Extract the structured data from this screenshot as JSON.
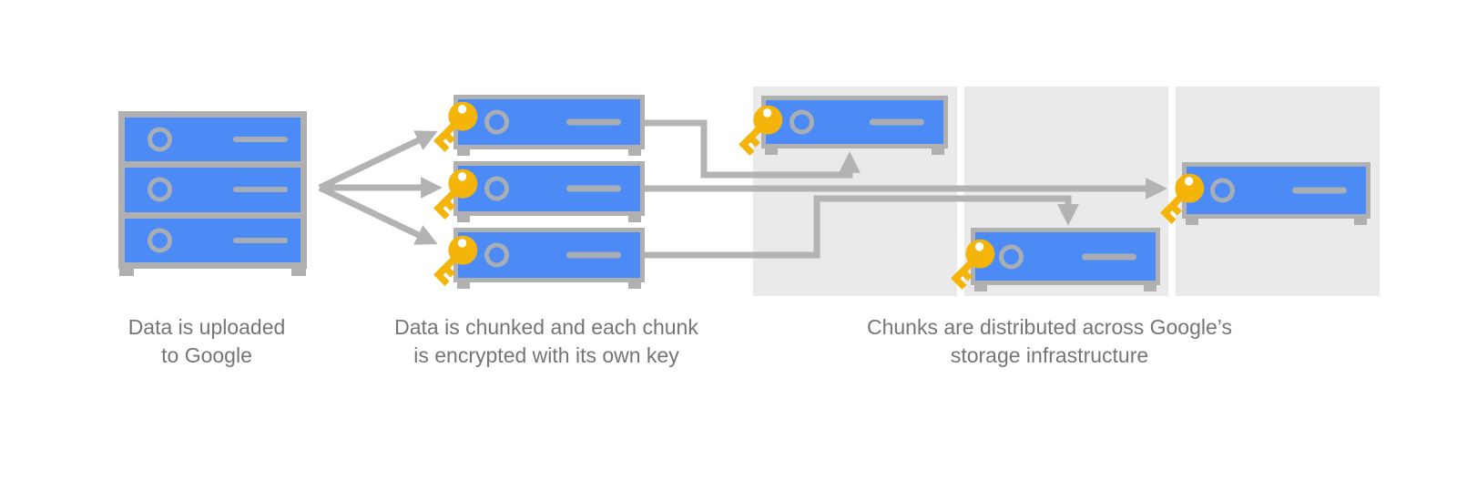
{
  "stages": [
    {
      "name": "upload",
      "caption": {
        "line1": "Data is uploaded",
        "line2": "to Google"
      }
    },
    {
      "name": "chunk-encrypt",
      "caption": {
        "line1": "Data is chunked and each chunk",
        "line2": "is encrypted with its own key"
      }
    },
    {
      "name": "distribute",
      "caption": {
        "line1": "Chunks are distributed across Google’s",
        "line2": "storage infrastructure"
      }
    }
  ],
  "icons": {
    "server_stack": "server-stack-icon",
    "chunk_server": "chunk-server-icon",
    "encryption_key": "encryption-key-icon",
    "storage_box": "storage-box"
  },
  "colors": {
    "server_blue": "#4c8bf5",
    "border_gray": "#b0b0b0",
    "detail_gray": "#a9aeb4",
    "arrow_gray": "#b3b3b3",
    "storage_box_gray": "#eaeaea",
    "key_gold": "#f5b409",
    "caption_gray": "#757575",
    "background": "#ffffff"
  }
}
